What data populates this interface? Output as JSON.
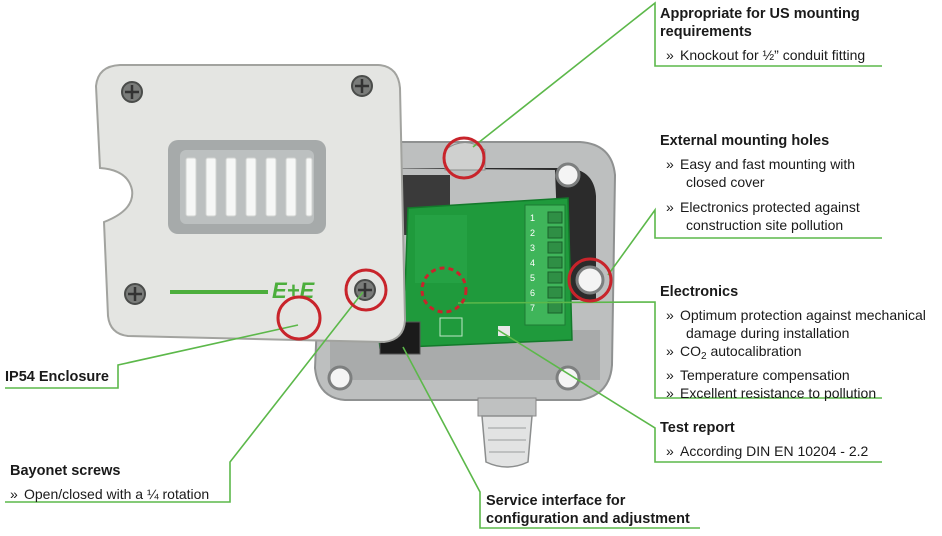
{
  "logo": "E+E",
  "bullet": "»",
  "callouts": {
    "us_mounting": {
      "title_l1": "Appropriate for US mounting",
      "title_l2": "requirements",
      "items": [
        "Knockout for ½” conduit fitting"
      ]
    },
    "mounting_holes": {
      "title": "External mounting holes",
      "items": [
        {
          "l1": "Easy and fast mounting with",
          "l2": "closed cover"
        },
        {
          "l1": "Electronics protected against",
          "l2": "construction site pollution"
        }
      ]
    },
    "electronics": {
      "title": "Electronics",
      "item1_l1": "Optimum protection against mechanical",
      "item1_l2": "damage during installation",
      "item2_pre": "CO",
      "item2_sub": "2",
      "item2_post": " autocalibration",
      "item3": "Temperature compensation",
      "item4": "Excellent resistance to pollution"
    },
    "test_report": {
      "title": "Test report",
      "items": [
        "According DIN EN 10204 - 2.2"
      ]
    },
    "ip54": {
      "title": "IP54 Enclosure"
    },
    "bayonet": {
      "title": "Bayonet screws",
      "items": [
        "Open/closed with  a ¼ rotation"
      ]
    },
    "service": {
      "title_l1": "Service interface for",
      "title_l2": "configuration and adjustment"
    }
  },
  "terminal_labels": [
    "1",
    "2",
    "3",
    "4",
    "5",
    "6",
    "7"
  ],
  "colors": {
    "leader_green": "#5cb84a",
    "marker_red": "#c8242b",
    "pcb_green": "#1f9a3c",
    "logo_green": "#4cae3c",
    "housing_gray": "#c3c5c5",
    "cover_gray": "#e4e5e2"
  }
}
